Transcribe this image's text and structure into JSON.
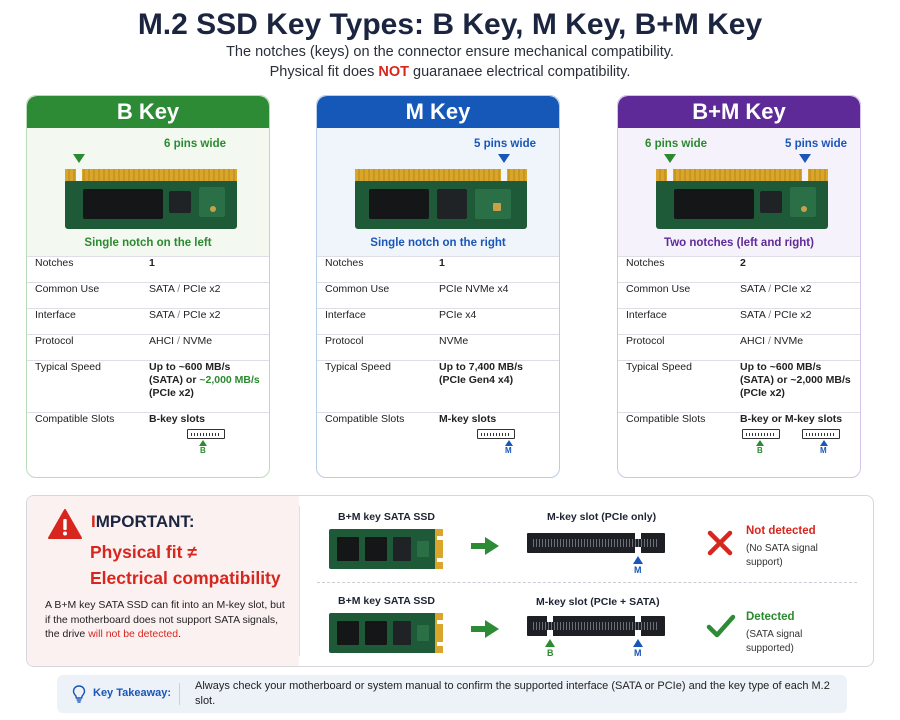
{
  "header": {
    "title": "M.2 SSD Key Types: B Key, M Key, B+M Key",
    "subtitle_1": "The notches (keys) on the connector ensure mechanical compatibility.",
    "subtitle_2_before": "Physical fit does ",
    "subtitle_2_emphasis": "NOT",
    "subtitle_2_after": " guaranaee electrical compatibility."
  },
  "colors": {
    "b_key": "#2b8a2f",
    "m_key": "#1a56b8",
    "bm_key": "#5e2b99",
    "warning": "#d7261e"
  },
  "row_labels": {
    "notches": "Notches",
    "common_use": "Common Use",
    "interface": "Interface",
    "protocol": "Protocol",
    "typical_speed": "Typical Speed",
    "compatible_slots": "Compatible Slots"
  },
  "separator": "/",
  "cards": {
    "b": {
      "header": "B Key",
      "pins_label": "6 pins wide",
      "notch_caption": "Single notch on the left",
      "notches": "1",
      "common_use_a": "SATA",
      "common_use_b": "PCIe x2",
      "interface_a": "SATA",
      "interface_b": "PCIe x2",
      "protocol_a": "AHCI",
      "protocol_b": "NVMe",
      "speed_1": "Up to ~600 MB/s",
      "speed_2a": "(SATA) or ",
      "speed_2b": "~2,000 MB/s",
      "speed_3": "(PCIe x2)",
      "slots": "B-key slots",
      "slot_letter": "B"
    },
    "m": {
      "header": "M Key",
      "pins_label": "5 pins wide",
      "notch_caption": "Single notch on the right",
      "notches": "1",
      "common_use": "PCIe NVMe x4",
      "interface": "PCIe x4",
      "protocol": "NVMe",
      "speed_1": "Up to 7,400 MB/s",
      "speed_2": "(PCIe Gen4 x4)",
      "slots": "M-key slots",
      "slot_letter": "M"
    },
    "bm": {
      "header": "B+M Key",
      "pins_label_left": "6 pins wide",
      "pins_label_right": "5 pins wide",
      "notch_caption": "Two notches (left and right)",
      "notches": "2",
      "common_use_a": "SATA",
      "common_use_b": "PCIe x2",
      "interface_a": "SATA",
      "interface_b": "PCIe x2",
      "protocol_a": "AHCI",
      "protocol_b": "NVMe",
      "speed_1": "Up to ~600 MB/s",
      "speed_2": "(SATA) or ~2,000 MB/s",
      "speed_3": "(PCIe x2)",
      "slots": "B-key or M-key slots",
      "slot_letter_b": "B",
      "slot_letter_m": "M"
    }
  },
  "important": {
    "title_first": "I",
    "title_rest": "MPORTANT:",
    "headline_1": "Physical fit ≠",
    "headline_2": "Electrical compatibility",
    "body_before": "A B+M key SATA SSD can fit into an M-key slot, but if the motherboard does not support SATA signals, the drive ",
    "body_red": "will not be detected",
    "body_after": ".",
    "scenario_1": {
      "ssd_label": "B+M key SATA SSD",
      "slot_label": "M-key slot (PCIe only)",
      "slot_marker": "M",
      "result": "Not detected",
      "result_note": "(No SATA signal support)"
    },
    "scenario_2": {
      "ssd_label": "B+M key SATA SSD",
      "slot_label": "M-key slot (PCIe + SATA)",
      "slot_marker_b": "B",
      "slot_marker_m": "M",
      "result": "Detected",
      "result_note": "(SATA signal supported)"
    }
  },
  "takeaway": {
    "label": "Key Takeaway:",
    "text": "Always check your motherboard or system manual to confirm the supported interface (SATA or PCIe) and the key type of each M.2 slot."
  }
}
